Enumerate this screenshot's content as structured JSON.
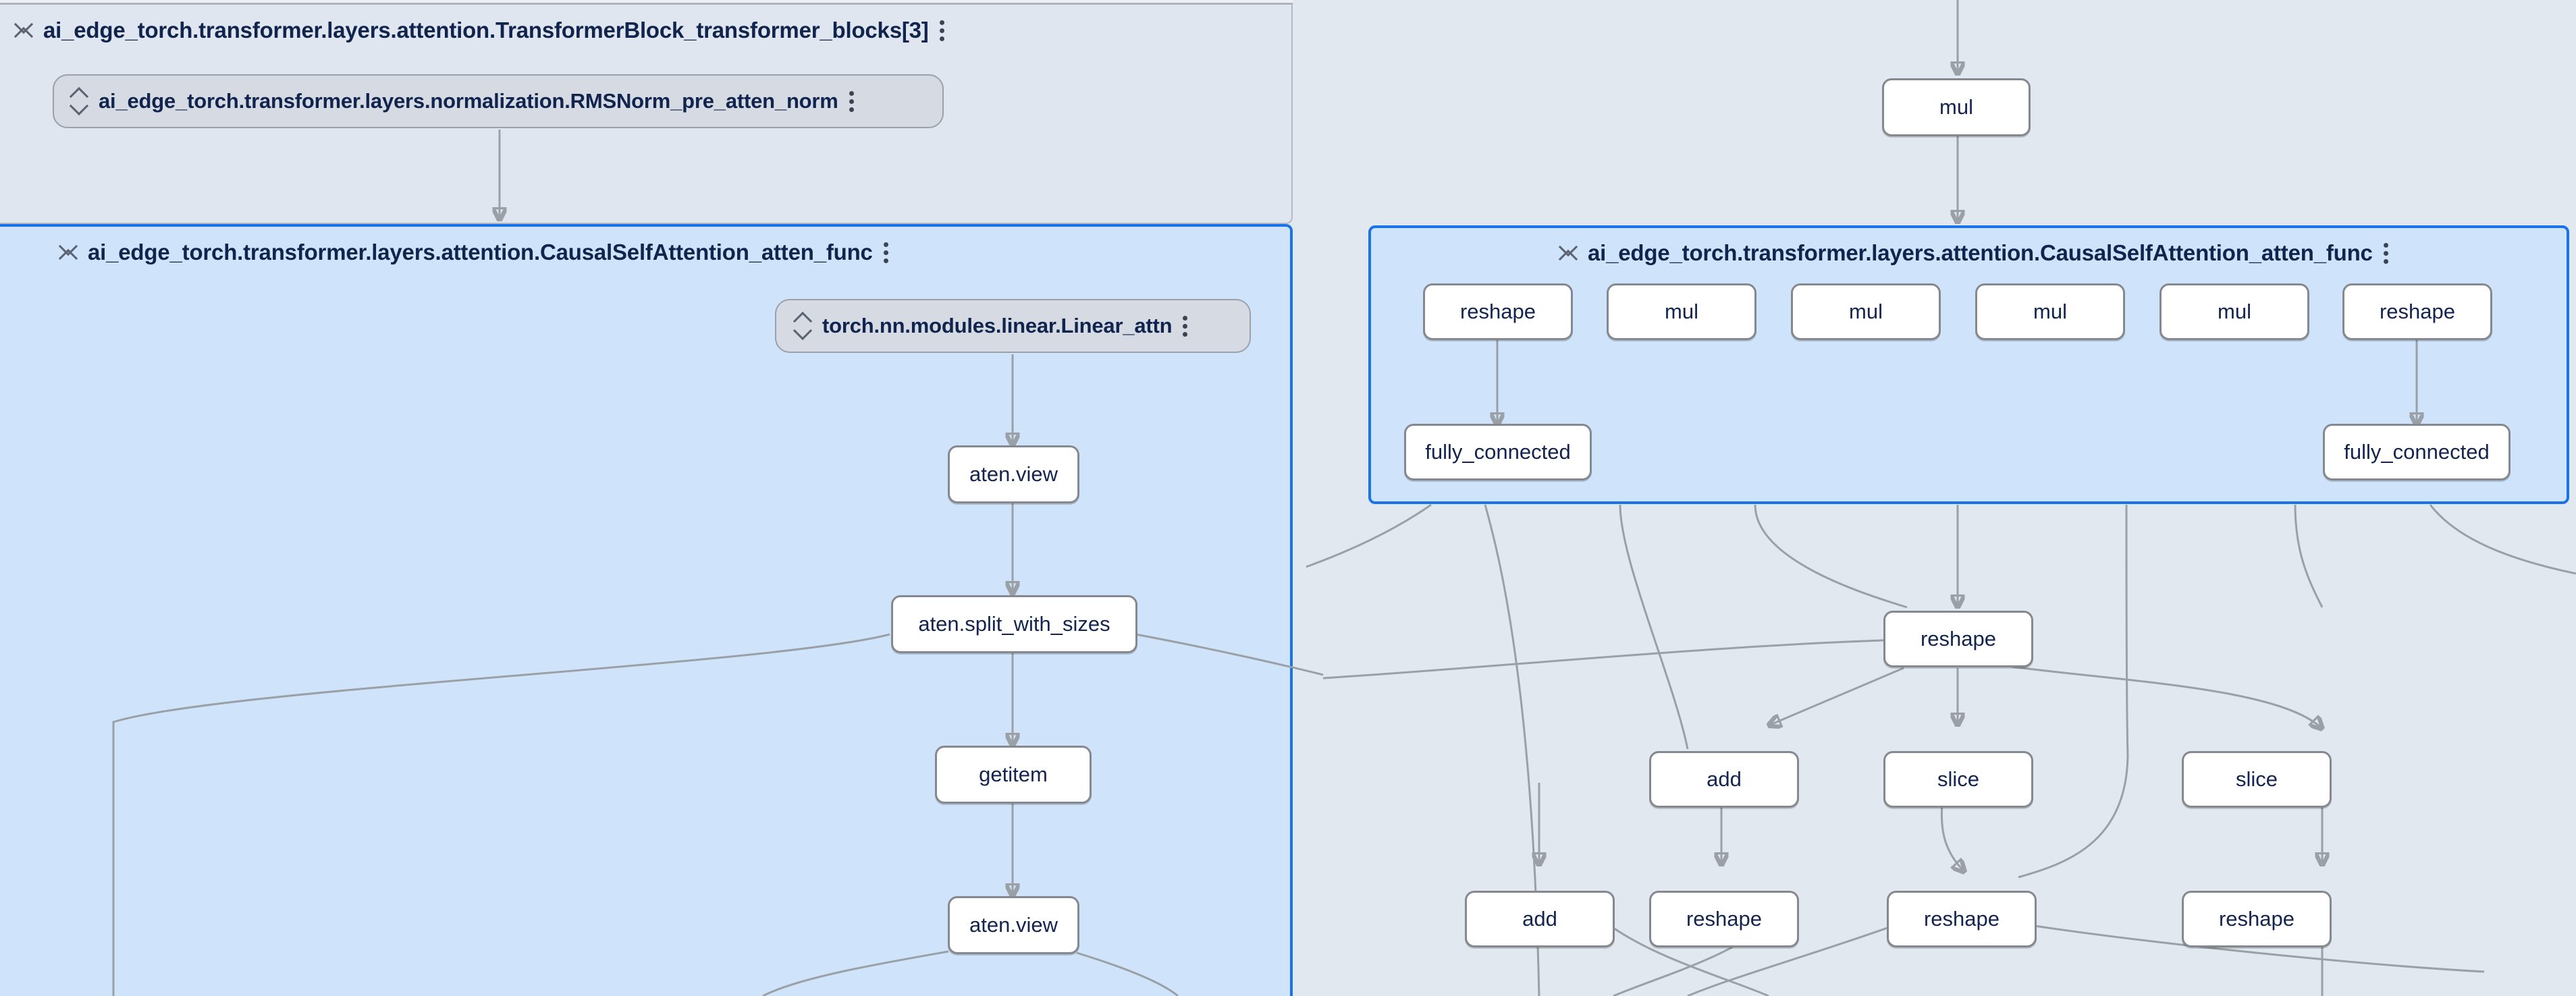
{
  "app": {
    "name": "model-explorer-graph-canvas",
    "background_color": "#e2e8f0"
  },
  "colors": {
    "canvas_bg": "#e2e8f0",
    "group_bg": "#e0e6ef",
    "group_border": "#b3b9c2",
    "selected_group_bg": "#cfe4fb",
    "selected_group_border": "#1a73e8",
    "nested_pill_bg": "#d5dae3",
    "node_bg": "#ffffff",
    "node_border": "#85898f",
    "text": "#11244e",
    "edge": "#9aa0a6"
  },
  "groups": [
    {
      "id": "transformer-block",
      "label": "ai_edge_torch.transformer.layers.attention.TransformerBlock_transformer_blocks[3]",
      "icon": "collapse-icon",
      "menu_icon": "kebab-menu-icon",
      "selected": false
    },
    {
      "id": "rmsnorm-pre-atten",
      "label": "ai_edge_torch.transformer.layers.normalization.RMSNorm_pre_atten_norm",
      "icon": "expand-icon",
      "menu_icon": "kebab-menu-icon",
      "selected": false
    },
    {
      "id": "causal-self-attention-left",
      "label": "ai_edge_torch.transformer.layers.attention.CausalSelfAttention_atten_func",
      "icon": "collapse-icon",
      "menu_icon": "kebab-menu-icon",
      "selected": true
    },
    {
      "id": "linear-attn",
      "label": "torch.nn.modules.linear.Linear_attn",
      "icon": "expand-icon",
      "menu_icon": "kebab-menu-icon",
      "selected": false
    },
    {
      "id": "causal-self-attention-right",
      "label": "ai_edge_torch.transformer.layers.attention.CausalSelfAttention_atten_func",
      "icon": "collapse-icon",
      "menu_icon": "kebab-menu-icon",
      "selected": true
    }
  ],
  "nodes": [
    {
      "id": "n-aten-view-1",
      "label": "aten.view"
    },
    {
      "id": "n-split-with-sizes",
      "label": "aten.split_with_sizes"
    },
    {
      "id": "n-getitem",
      "label": "getitem"
    },
    {
      "id": "n-aten-view-2",
      "label": "aten.view"
    },
    {
      "id": "n-mul-top",
      "label": "mul"
    },
    {
      "id": "n-reshape-a",
      "label": "reshape"
    },
    {
      "id": "n-mul-1",
      "label": "mul"
    },
    {
      "id": "n-mul-2",
      "label": "mul"
    },
    {
      "id": "n-mul-3",
      "label": "mul"
    },
    {
      "id": "n-mul-4",
      "label": "mul"
    },
    {
      "id": "n-reshape-b",
      "label": "reshape"
    },
    {
      "id": "n-fully-connected-1",
      "label": "fully_connected"
    },
    {
      "id": "n-fully-connected-2",
      "label": "fully_connected"
    },
    {
      "id": "n-reshape-c",
      "label": "reshape"
    },
    {
      "id": "n-add-1",
      "label": "add"
    },
    {
      "id": "n-slice-1",
      "label": "slice"
    },
    {
      "id": "n-slice-2",
      "label": "slice"
    },
    {
      "id": "n-add-2",
      "label": "add"
    },
    {
      "id": "n-reshape-d",
      "label": "reshape"
    },
    {
      "id": "n-reshape-e",
      "label": "reshape"
    },
    {
      "id": "n-reshape-f",
      "label": "reshape"
    }
  ]
}
